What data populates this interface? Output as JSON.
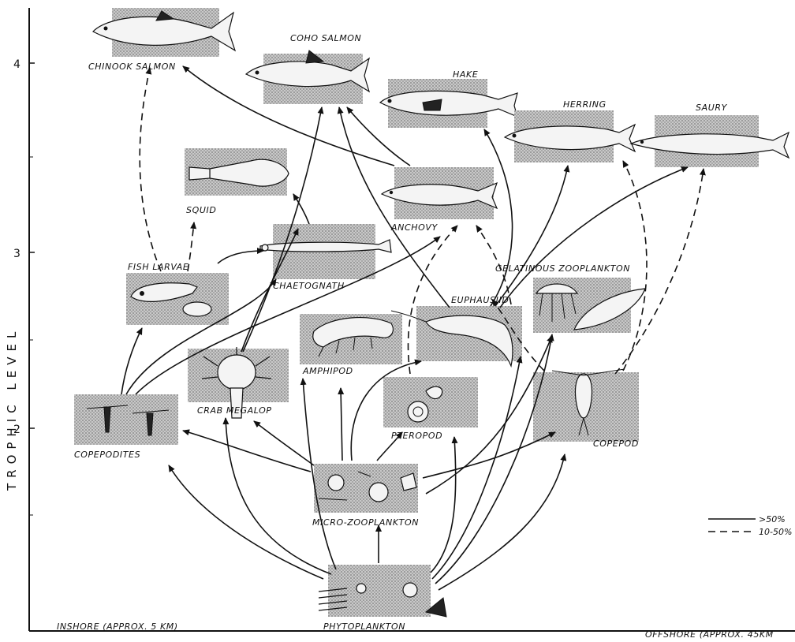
{
  "axis": {
    "title": "TROPHIC LEVEL",
    "ticks": [
      "2",
      "3",
      "4"
    ]
  },
  "organisms": {
    "chinook_salmon": "CHINOOK SALMON",
    "coho_salmon": "COHO SALMON",
    "hake": "HAKE",
    "herring": "HERRING",
    "saury": "SAURY",
    "squid": "SQUID",
    "anchovy": "ANCHOVY",
    "fish_larvae": "FISH LARVAE",
    "chaetognath": "CHAETOGNATH",
    "gelatinous_zooplankton": "GELATINOUS ZOOPLANKTON",
    "euphausiid": "EUPHAUSIID",
    "amphipod": "AMPHIPOD",
    "crab_megalop": "CRAB MEGALOP",
    "copepodites": "COPEPODITES",
    "pteropod": "PTEROPOD",
    "copepod": "COPEPOD",
    "micro_zooplankton": "MICRO-ZOOPLANKTON",
    "phytoplankton": "PHYTOPLANKTON"
  },
  "footer": {
    "inshore": "INSHORE (APPROX. 5 KM)",
    "offshore": "OFFSHORE (APPROX. 45KM"
  },
  "legend": {
    "solid": ">50%",
    "dashed": "10-50%"
  }
}
